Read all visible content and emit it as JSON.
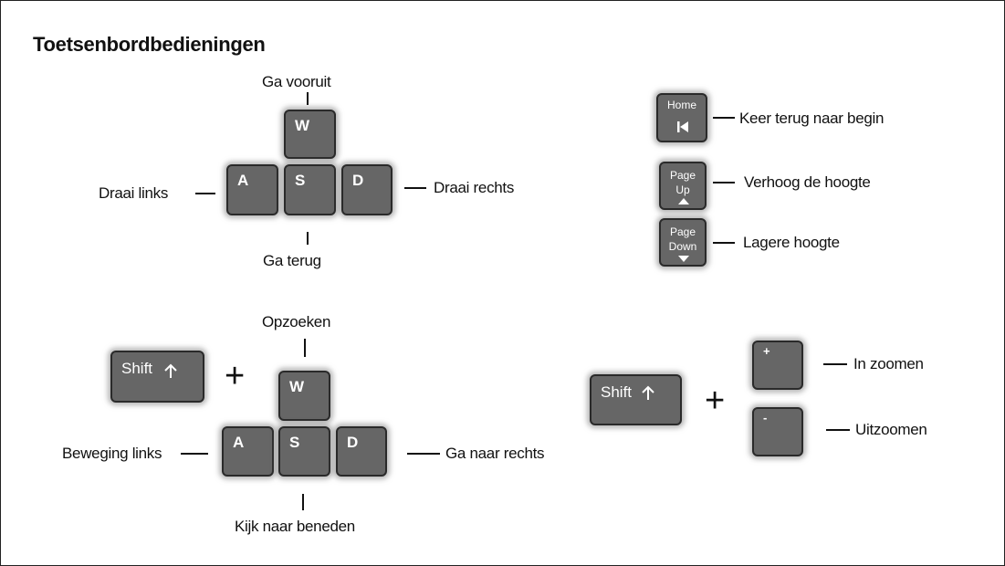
{
  "title": "Toetsenbordbedieningen",
  "keys": {
    "w": "W",
    "a": "A",
    "s": "S",
    "d": "D",
    "shift": "Shift",
    "home": "Home",
    "page_up_1": "Page",
    "page_up_2": "Up",
    "page_down_1": "Page",
    "page_down_2": "Down",
    "zoom_in": "+",
    "zoom_out": "-"
  },
  "plus_sign": "+",
  "labels": {
    "forward": "Ga vooruit",
    "turn_left": "Draai links",
    "turn_right": "Draai rechts",
    "back": "Ga terug",
    "home": "Keer terug naar begin",
    "raise": "Verhoog de hoogte",
    "lower": "Lagere hoogte",
    "look_up": "Opzoeken",
    "move_left": "Beweging links",
    "go_right": "Ga naar rechts",
    "look_down": "Kijk naar beneden",
    "zoom_in": "In zoomen",
    "zoom_out": "Uitzoomen"
  },
  "icons": {
    "shift_arrow": "arrow-up-icon",
    "home_icon": "skip-to-start-icon",
    "page_up_icon": "triangle-up-icon",
    "page_down_icon": "triangle-down-icon"
  },
  "colors": {
    "key_fill": "#666666",
    "key_border": "#2a2a2a",
    "key_text": "#ffffff",
    "text": "#111111"
  }
}
